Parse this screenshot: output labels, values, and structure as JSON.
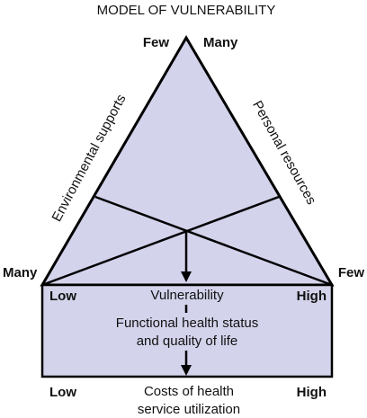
{
  "title": "MODEL OF VULNERABILITY",
  "apex_left": "Few",
  "apex_right": "Many",
  "side_left": "Environmental supports",
  "side_right": "Personal resources",
  "corner_left": "Many",
  "corner_right": "Few",
  "box": {
    "low": "Low",
    "high": "High",
    "vulnerability": "Vulnerability",
    "functional_line1": "Functional health status",
    "functional_line2": "and quality of life"
  },
  "bottom": {
    "low": "Low",
    "high": "High",
    "costs_line1": "Costs of health",
    "costs_line2": "service utilization"
  },
  "colors": {
    "fill": "#d3d3ec",
    "stroke": "#000000"
  }
}
